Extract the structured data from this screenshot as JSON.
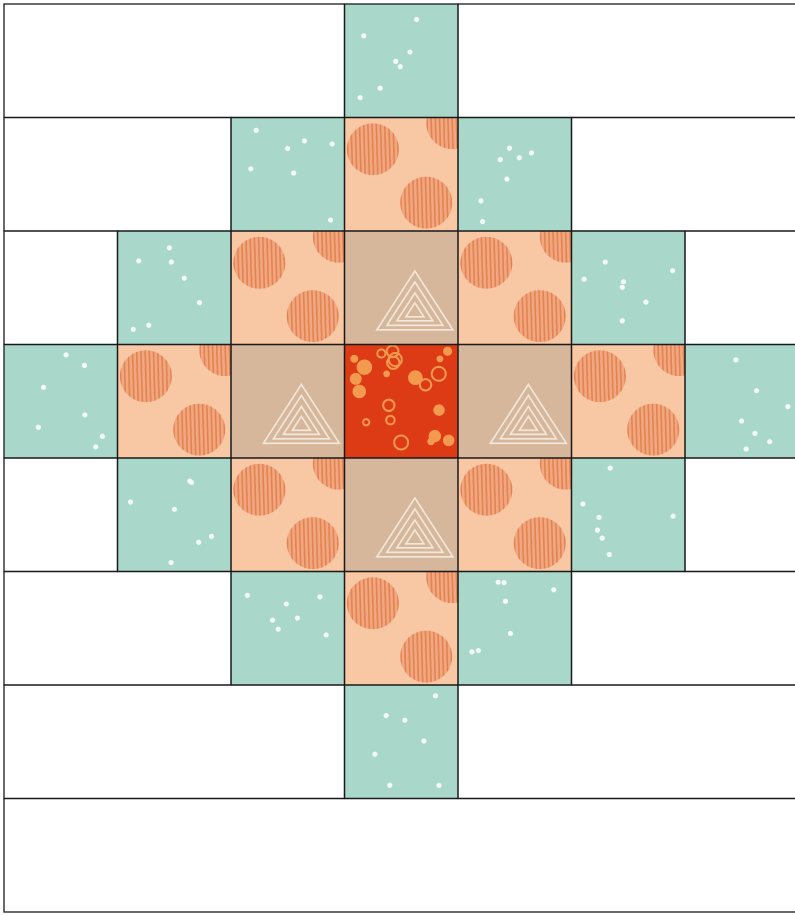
{
  "quilt": {
    "background_color": "#ffffff",
    "seam_color": "#1a1a1a",
    "fabrics": {
      "aqua": {
        "base": "#a9d8cb",
        "motif": "#f4fbf7",
        "pattern": "polka-dots"
      },
      "peach": {
        "base": "#f8c7a3",
        "motif": "#e07746",
        "pattern": "striped-circles"
      },
      "tan": {
        "base": "#d6b79c",
        "motif": "#f3e8dc",
        "pattern": "nested-triangles"
      },
      "red": {
        "base": "#dd3b16",
        "motif": "#f39a4e",
        "pattern": "dots-and-rings"
      }
    },
    "rows": [
      {
        "strips": [
          "white",
          "aqua",
          "white"
        ]
      },
      {
        "strips": [
          "white",
          "aqua",
          "peach",
          "aqua",
          "white"
        ]
      },
      {
        "strips": [
          "white",
          "aqua",
          "peach",
          "tan",
          "peach",
          "aqua",
          "white"
        ]
      },
      {
        "strips": [
          "aqua",
          "peach",
          "tan",
          "red",
          "tan",
          "peach",
          "aqua"
        ]
      },
      {
        "strips": [
          "white",
          "aqua",
          "peach",
          "tan",
          "peach",
          "aqua",
          "white"
        ]
      },
      {
        "strips": [
          "white",
          "aqua",
          "peach",
          "aqua",
          "white"
        ]
      },
      {
        "strips": [
          "white",
          "aqua",
          "white"
        ]
      },
      {
        "strips": [
          "white"
        ]
      }
    ]
  }
}
